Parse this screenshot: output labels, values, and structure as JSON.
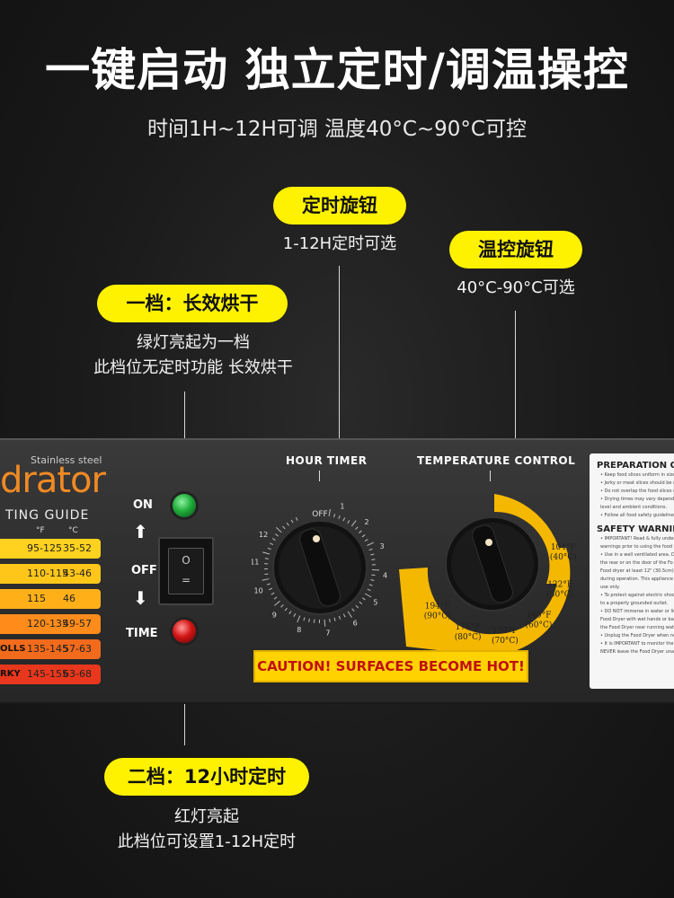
{
  "headline": "一键启动 独立定时/调温操控",
  "subline": "时间1H~12H可调  温度40°C~90°C可控",
  "callouts": {
    "timer_knob": {
      "title": "定时旋钮",
      "desc": "1-12H定时可选"
    },
    "temp_knob": {
      "title": "温控旋钮",
      "desc": "40°C-90°C可选"
    },
    "mode1": {
      "title": "一档：长效烘干",
      "line1": "绿灯亮起为一档",
      "line2": "此档位无定时功能 长效烘干"
    },
    "mode2": {
      "title": "二档：12小时定时",
      "line1": "红灯亮起",
      "line2": "此档位可设置1-12H定时"
    }
  },
  "panel": {
    "brand_small": "Stainless steel",
    "brand_big": "drator",
    "guide_title": "TING GUIDE",
    "unit_f": "°F",
    "unit_c": "°C",
    "guide_rows": [
      {
        "label": "",
        "f": "95-125",
        "c": "35-52",
        "color": "#ffd21f"
      },
      {
        "label": "",
        "f": "110-115",
        "c": "43-46",
        "color": "#ffc61a"
      },
      {
        "label": "",
        "f": "115",
        "c": "46",
        "color": "#ffb019"
      },
      {
        "label": "",
        "f": "120-135",
        "c": "49-57",
        "color": "#ff8c1a"
      },
      {
        "label": "OLLS",
        "f": "135-145",
        "c": "57-63",
        "color": "#f26a1b"
      },
      {
        "label": "RKY",
        "f": "145-155",
        "c": "63-68",
        "color": "#e8371c"
      }
    ],
    "switch_on": "ON",
    "switch_off": "OFF",
    "switch_time": "TIME",
    "switch_top": "O",
    "switch_bottom": "=",
    "led_on_color": "#1fae3a",
    "led_time_color": "#d41414",
    "hour_timer_title": "HOUR TIMER",
    "hour_timer_off": "OFF",
    "hour_ticks": [
      "1",
      "2",
      "3",
      "4",
      "5",
      "6",
      "7",
      "8",
      "9",
      "10",
      "11",
      "12"
    ],
    "temp_title": "TEMPERATURE CONTROL",
    "temp_marks": [
      {
        "f": "104°F",
        "c": "(40°C)"
      },
      {
        "f": "122°F",
        "c": "(50°C)"
      },
      {
        "f": "140°F",
        "c": "(60°C)"
      },
      {
        "f": "158°F",
        "c": "(70°C)"
      },
      {
        "f": "176°F",
        "c": "(80°C)"
      },
      {
        "f": "194°F",
        "c": "(90°C)"
      }
    ],
    "caution": "CAUTION!  SURFACES BECOME HOT!",
    "card_prep_title": "PREPARATION OF FO",
    "card_prep_lines": [
      "• Keep food slices uniform in size,",
      "• Jerky or meat slices should be no",
      "• Do not overlap the food slices on",
      "• Drying times may vary depending",
      "  level and ambient conditions.",
      "• Follow all food safety guidelines."
    ],
    "card_safety_title": "SAFETY WARNINGS",
    "card_safety_lines": [
      "• IMPORTANT! Read & fully under",
      "  warnings prior to using the food",
      "• Use in a well ventilated area. DO",
      "  the rear or on the door of the Fo",
      "  Food dryer at least 12\" (30.5cm)",
      "  during operation. This appliance",
      "  use only.",
      "• To protect against electric shock,",
      "  to a properly grounded outlet.",
      "• DO NOT immerse in water or liq",
      "  Food Dryer with wet hands or ba",
      "  the Food Dryer near running wat",
      "• Unplug the Food Dryer when not",
      "• It is IMPORTANT to monitor the",
      "  NEVER leave the Food Dryer una"
    ]
  }
}
